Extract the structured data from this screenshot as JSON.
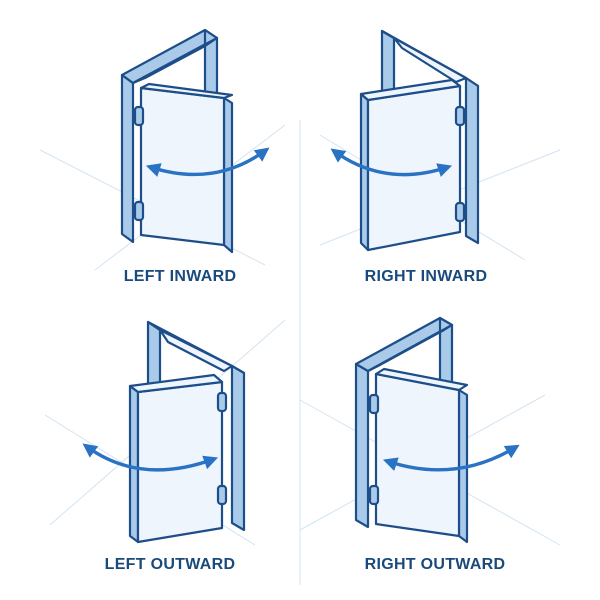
{
  "colors": {
    "outline": "#1d4e89",
    "face": "#eef5fd",
    "side": "#a9cbe9",
    "arrow": "#2a73c4",
    "guide": "#d3e4f2",
    "text": "#1a4a7c"
  },
  "doors": [
    {
      "label": "LEFT INWARD",
      "hinge": "left",
      "opening": "inward",
      "icon": "door-left-inward-icon"
    },
    {
      "label": "RIGHT INWARD",
      "hinge": "right",
      "opening": "inward",
      "icon": "door-right-inward-icon"
    },
    {
      "label": "LEFT OUTWARD",
      "hinge": "left",
      "opening": "outward",
      "icon": "door-left-outward-icon"
    },
    {
      "label": "RIGHT OUTWARD",
      "hinge": "right",
      "opening": "outward",
      "icon": "door-right-outward-icon"
    }
  ]
}
